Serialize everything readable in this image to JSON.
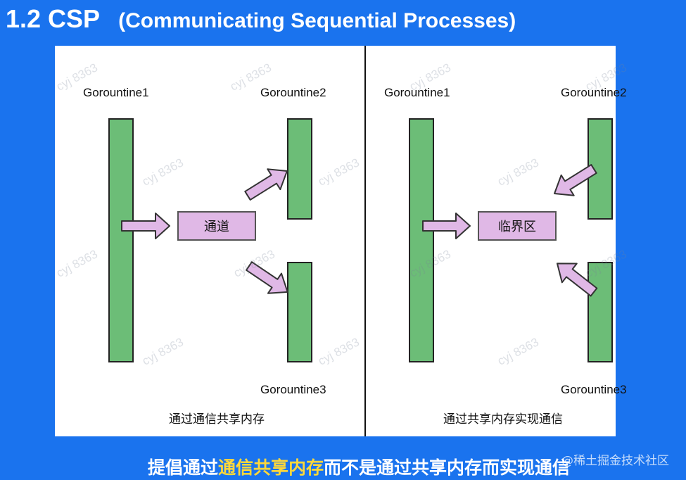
{
  "title": {
    "main": "1.2 CSP",
    "sub": "(Communicating Sequential Processes)"
  },
  "left_panel": {
    "g1": "Gorountine1",
    "g2": "Gorountine2",
    "g3": "Gorountine3",
    "channel": "通道",
    "caption": "通过通信共享内存"
  },
  "right_panel": {
    "g1": "Gorountine1",
    "g2": "Gorountine2",
    "g3": "Gorountine3",
    "critical": "临界区",
    "caption": "通过共享内存实现通信"
  },
  "bottom_text": {
    "before": "提倡通过",
    "highlight": "通信共享内存",
    "after": "而不是通过共享内存而实现通信"
  },
  "watermark": "cyj 8363",
  "brand": "@稀土掘金技术社区",
  "colors": {
    "background": "#1a73ee",
    "bar": "#6cbd77",
    "box": "#e0b8e6",
    "highlight": "#ffd83a"
  }
}
